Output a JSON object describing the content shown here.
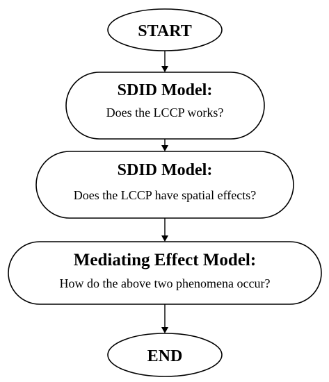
{
  "flowchart": {
    "start": {
      "label": "START"
    },
    "steps": [
      {
        "title": "SDID Model:",
        "question": "Does the LCCP works?"
      },
      {
        "title": "SDID Model:",
        "question": "Does the LCCP have spatial effects?"
      },
      {
        "title": "Mediating Effect Model:",
        "question": "How do the above two phenomena occur?"
      }
    ],
    "end": {
      "label": "END"
    }
  },
  "colors": {
    "stroke": "#000000",
    "fill": "#ffffff",
    "text": "#000000"
  }
}
